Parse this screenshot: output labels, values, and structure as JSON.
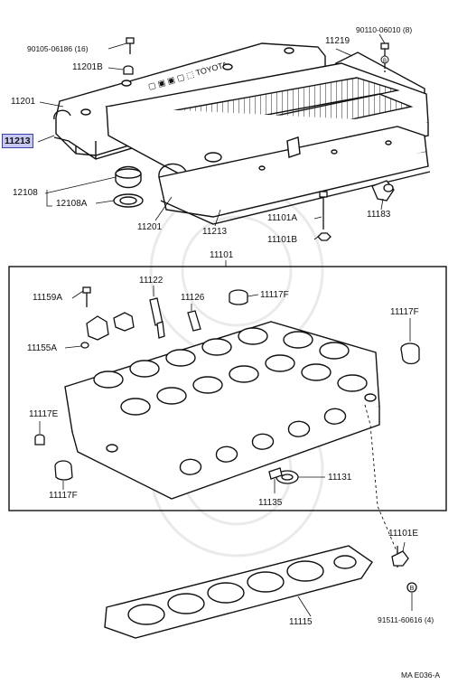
{
  "diagram": {
    "footer_code": "MA E036-A",
    "highlighted_part": "11213",
    "labels": {
      "p90105": "90105-06186 (16)",
      "p11201b": "11201B",
      "p11201_top": "11201",
      "p11213_hl": "11213",
      "p12108": "12108",
      "p12108a": "12108A",
      "p11201_bot": "11201",
      "p11213_bot": "11213",
      "p90110": "90110-06010 (8)",
      "p11219": "11219",
      "p11101a": "11101A",
      "p11183": "11183",
      "p11101b": "11101B",
      "p11101": "11101",
      "p11159a": "11159A",
      "p11122": "11122",
      "p11126": "11126",
      "p11117f_a": "11117F",
      "p11117f_b": "11117F",
      "p11155a": "11155A",
      "p11117e": "11117E",
      "p11117f_c": "11117F",
      "p11131": "11131",
      "p11135": "11135",
      "p11101e": "11101E",
      "p11115": "11115",
      "p91511": "91511-60616 (4)"
    }
  }
}
